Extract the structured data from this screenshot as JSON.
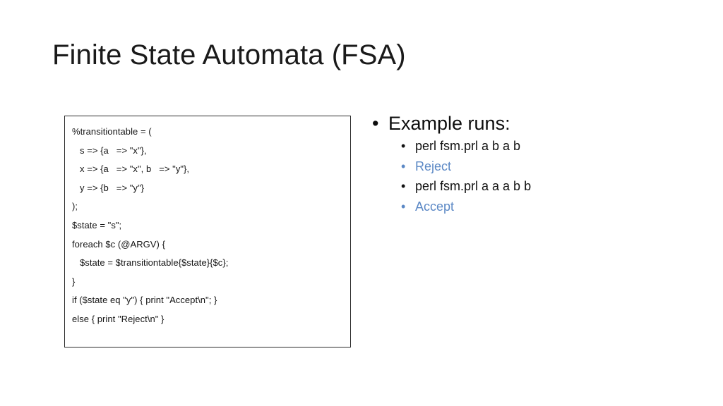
{
  "slide": {
    "title": "Finite State Automata (FSA)",
    "background_color": "#ffffff",
    "accent_color": "#5b88c5",
    "text_color": "#0d0d0d"
  },
  "code_box": {
    "border_color": "#2b2b2b",
    "lines": [
      "%transitiontable = (",
      "   s => {a   => \"x\"},",
      "   x => {a   => \"x\", b   => \"y\"},",
      "   y => {b   => \"y\"}",
      ");",
      "$state = \"s\";",
      "foreach $c (@ARGV) {",
      "   $state = $transitiontable{$state}{$c};",
      "}",
      "if ($state eq \"y\") { print \"Accept\\n\"; }",
      "else { print \"Reject\\n\" }"
    ]
  },
  "bullets": {
    "marker_glyph": "•",
    "heading": "Example runs:",
    "items": [
      {
        "text": "perl fsm.prl a b a b",
        "kind": "command"
      },
      {
        "text": "Reject",
        "kind": "result"
      },
      {
        "text": "perl fsm.prl a a a b b",
        "kind": "command"
      },
      {
        "text": "Accept",
        "kind": "result"
      }
    ]
  }
}
